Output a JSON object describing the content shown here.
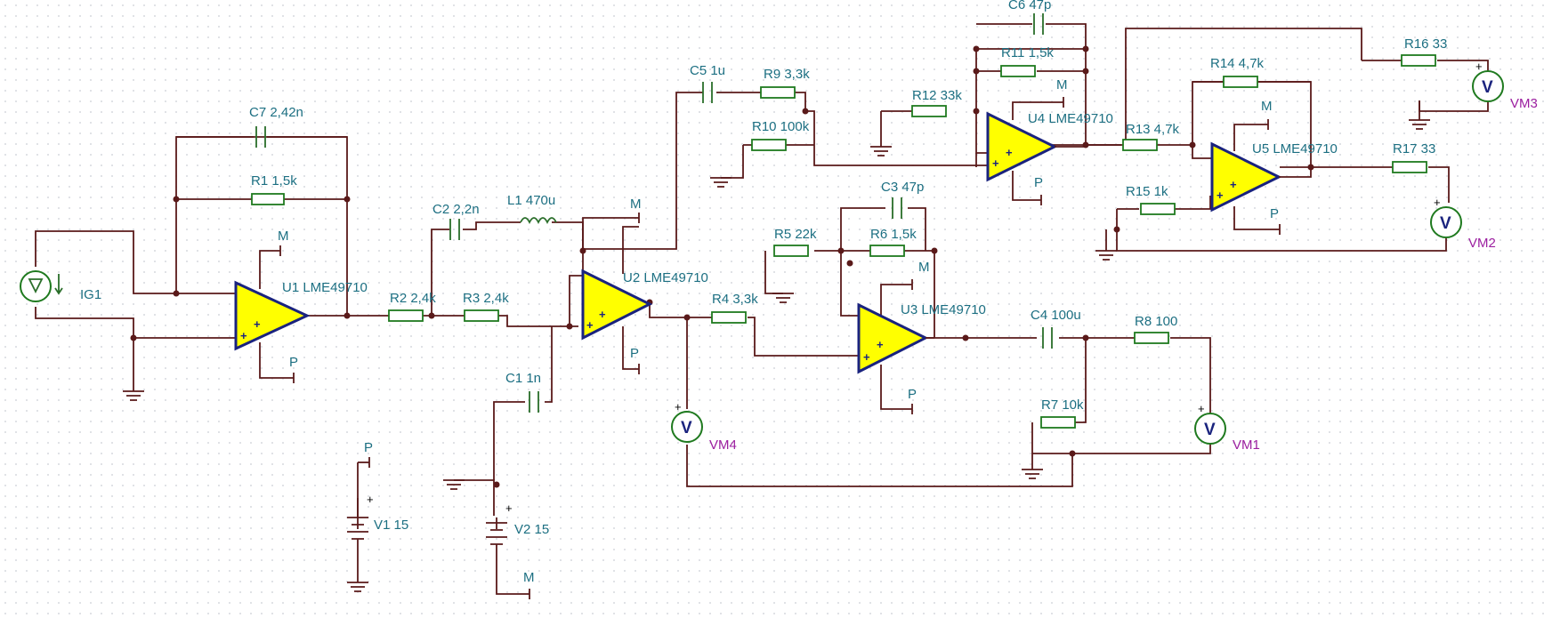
{
  "components": {
    "IG1": "IG1",
    "U1": "U1 LME49710",
    "U2": "U2 LME49710",
    "U3": "U3 LME49710",
    "U4": "U4 LME49710",
    "U5": "U5 LME49710",
    "C7": "C7 2,42n",
    "R1": "R1 1,5k",
    "R2": "R2 2,4k",
    "R3": "R3 2,4k",
    "C2": "C2 2,2n",
    "L1": "L1 470u",
    "C1": "C1 1n",
    "C5": "C5 1u",
    "R9": "R9 3,3k",
    "R10": "R10 100k",
    "R4": "R4 3,3k",
    "R5": "R5 22k",
    "C3": "C3 47p",
    "R6": "R6 1,5k",
    "C4": "C4 100u",
    "R8": "R8 100",
    "R7": "R7 10k",
    "R12": "R12 33k",
    "C6": "C6 47p",
    "R11": "R11 1,5k",
    "R13": "R13 4,7k",
    "R14": "R14 4,7k",
    "R15": "R15 1k",
    "R16": "R16 33",
    "R17": "R17 33",
    "V1": "V1 15",
    "V2": "V2 15"
  },
  "meters": {
    "VM1": "VM1",
    "VM2": "VM2",
    "VM3": "VM3",
    "VM4": "VM4",
    "symbol": "V"
  },
  "nets": {
    "M": "M",
    "P": "P"
  },
  "signs": {
    "plus": "+",
    "minus": "-"
  }
}
